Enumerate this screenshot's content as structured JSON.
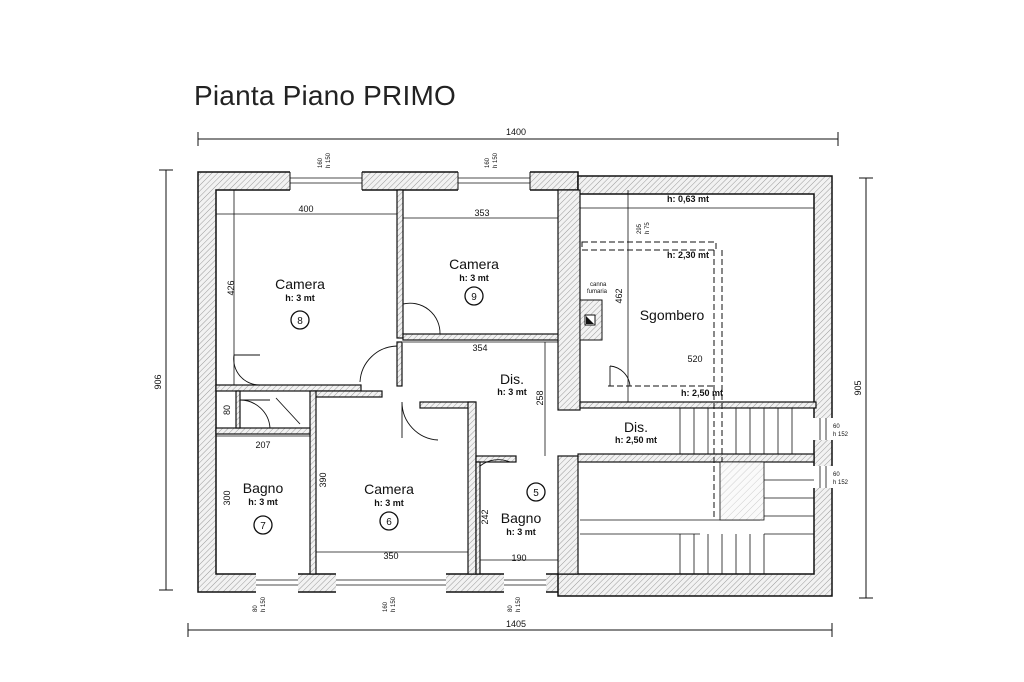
{
  "title": "Pianta Piano PRIMO",
  "dimensions": {
    "top_total": "1400",
    "bottom_total": "1405",
    "left_total": "906",
    "right_total": "905"
  },
  "rooms": [
    {
      "id": "8",
      "name": "Camera",
      "height": "h: 3 mt",
      "width": "400",
      "depth": "426"
    },
    {
      "id": "9",
      "name": "Camera",
      "height": "h: 3 mt",
      "width": "353"
    },
    {
      "id": "sgombero",
      "name": "Sgombero",
      "height_a": "h: 0,63 mt",
      "height_b": "h: 2,30 mt",
      "height_c": "h: 2,50 mt",
      "width": "520",
      "depth": "462"
    },
    {
      "id": "dis1",
      "name": "Dis.",
      "height": "h: 3 mt",
      "width": "354",
      "depth": "258"
    },
    {
      "id": "dis2",
      "name": "Dis.",
      "height": "h: 2,50 mt"
    },
    {
      "id": "7",
      "name": "Bagno",
      "height": "h: 3 mt",
      "width": "207",
      "depth": "300"
    },
    {
      "id": "6",
      "name": "Camera",
      "height": "h: 3 mt",
      "width": "350",
      "depth": "390"
    },
    {
      "id": "5",
      "name": "Bagno",
      "height": "h: 3 mt",
      "width": "190",
      "depth": "242"
    }
  ],
  "misc": {
    "closet_dim": "80",
    "canna": "canna",
    "fumaria": "fumaria"
  },
  "windows": {
    "w1_a": "160",
    "w1_b": "h 150",
    "w2_a": "160",
    "w2_b": "h 150",
    "w3_a": "80",
    "w3_b": "h 150",
    "w4_a": "160",
    "w4_b": "h 150",
    "w5_a": "80",
    "w5_b": "h 150",
    "w6_a": "295",
    "w6_b": "h 75",
    "w7_a": "60",
    "w7_b": "h 152",
    "w8_a": "60",
    "w8_b": "h 152"
  }
}
